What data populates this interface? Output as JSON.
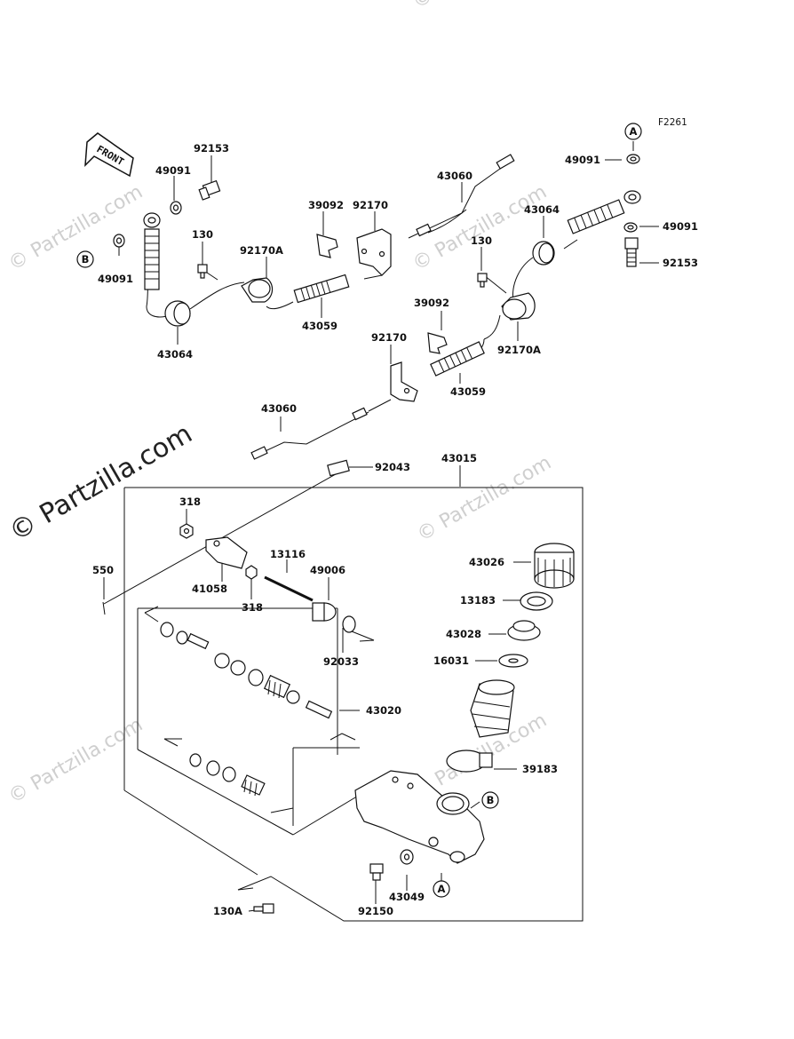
{
  "figure_code": "F2261",
  "front_label": "FRONT",
  "watermark": "© Partzilla.com",
  "callouts": {
    "A": "A",
    "B": "B"
  },
  "parts": {
    "p92153_left": "92153",
    "p49091_left_top": "49091",
    "p49091_left_bottom": "49091",
    "p43064_left": "43064",
    "p130_left": "130",
    "p92170A_left": "92170A",
    "p39092_top": "39092",
    "p92170_top": "92170",
    "p43059_top": "43059",
    "p43060_top": "43060",
    "p43064_right": "43064",
    "p130_right": "130",
    "p49091_right_top": "49091",
    "p49091_right_mid": "49091",
    "p92153_right": "92153",
    "p39092_mid": "39092",
    "p92170_mid": "92170",
    "p92170A_right": "92170A",
    "p43059_mid": "43059",
    "p43060_mid": "43060",
    "p92043": "92043",
    "p43015": "43015",
    "p318_top": "318",
    "p318_bottom": "318",
    "p550": "550",
    "p41058": "41058",
    "p13116": "13116",
    "p49006": "49006",
    "p92033": "92033",
    "p43026": "43026",
    "p13183": "13183",
    "p43028": "43028",
    "p16031": "16031",
    "p43020": "43020",
    "p39183": "39183",
    "p43049": "43049",
    "p92150": "92150",
    "p130A": "130A"
  }
}
